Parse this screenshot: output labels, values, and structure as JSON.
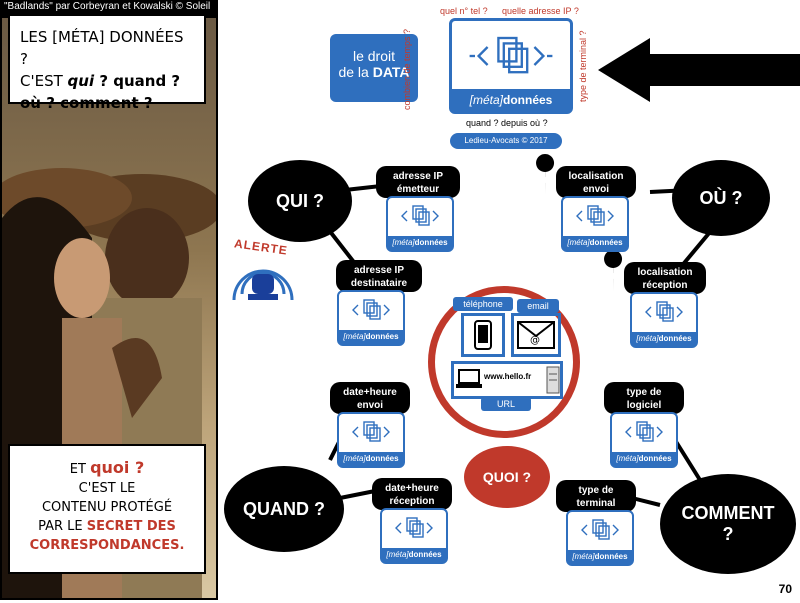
{
  "comic": {
    "credit": "\"Badlands\" par Corbeyran et Kowalski © Soleil",
    "top_bubble": {
      "line1": "LES [MÉTA] DONNÉES ?",
      "line2_a": "C'EST ",
      "line2_b": "qui",
      "line2_c": " ? quand ?",
      "line3": "où ? comment ?"
    },
    "bottom_bubble": {
      "l1_a": "ET ",
      "l1_b": "quoi ?",
      "l2": "C'EST LE",
      "l3": "CONTENU PROTÉGÉ",
      "l4_a": "PAR LE ",
      "l4_b": "SECRET DES",
      "l5": "CORRESPONDANCES."
    }
  },
  "header": {
    "right_box_l1": "le droit",
    "right_box_l2a": "de la ",
    "right_box_l2b": "DATA",
    "q_tel": "quel n° tel ?",
    "q_ip": "quelle adresse IP ?",
    "q_time": "combien de temps ?",
    "q_terminal": "type de terminal ?",
    "meta_label_a": "[méta]",
    "meta_label_b": "données",
    "q_when": "quand ? depuis où ?",
    "footer": "Ledieu-Avocats © 2017"
  },
  "nodes": {
    "qui": "QUI ?",
    "ou": "OÙ ?",
    "quand": "QUAND ?",
    "comment_a": "COMMENT",
    "comment_b": "?",
    "quoi": "QUOI ?",
    "alerte": "ALERTE"
  },
  "pills": {
    "ip_emetteur": "adresse IP émetteur",
    "ip_destinataire": "adresse IP destinataire",
    "loc_envoi": "localisation envoi",
    "loc_reception": "localisation réception",
    "dh_envoi": "date+heure envoi",
    "dh_reception": "date+heure réception",
    "type_logiciel": "type de logiciel",
    "type_terminal": "type de terminal"
  },
  "card_caption": {
    "a": "[méta]",
    "b": "données"
  },
  "quoi_circle": {
    "telephone": "téléphone",
    "email": "email",
    "url_text": "www.hello.fr",
    "url": "URL"
  },
  "page_number": "70",
  "colors": {
    "blue": "#2f6fbe",
    "red": "#c0392b",
    "black": "#000000"
  }
}
